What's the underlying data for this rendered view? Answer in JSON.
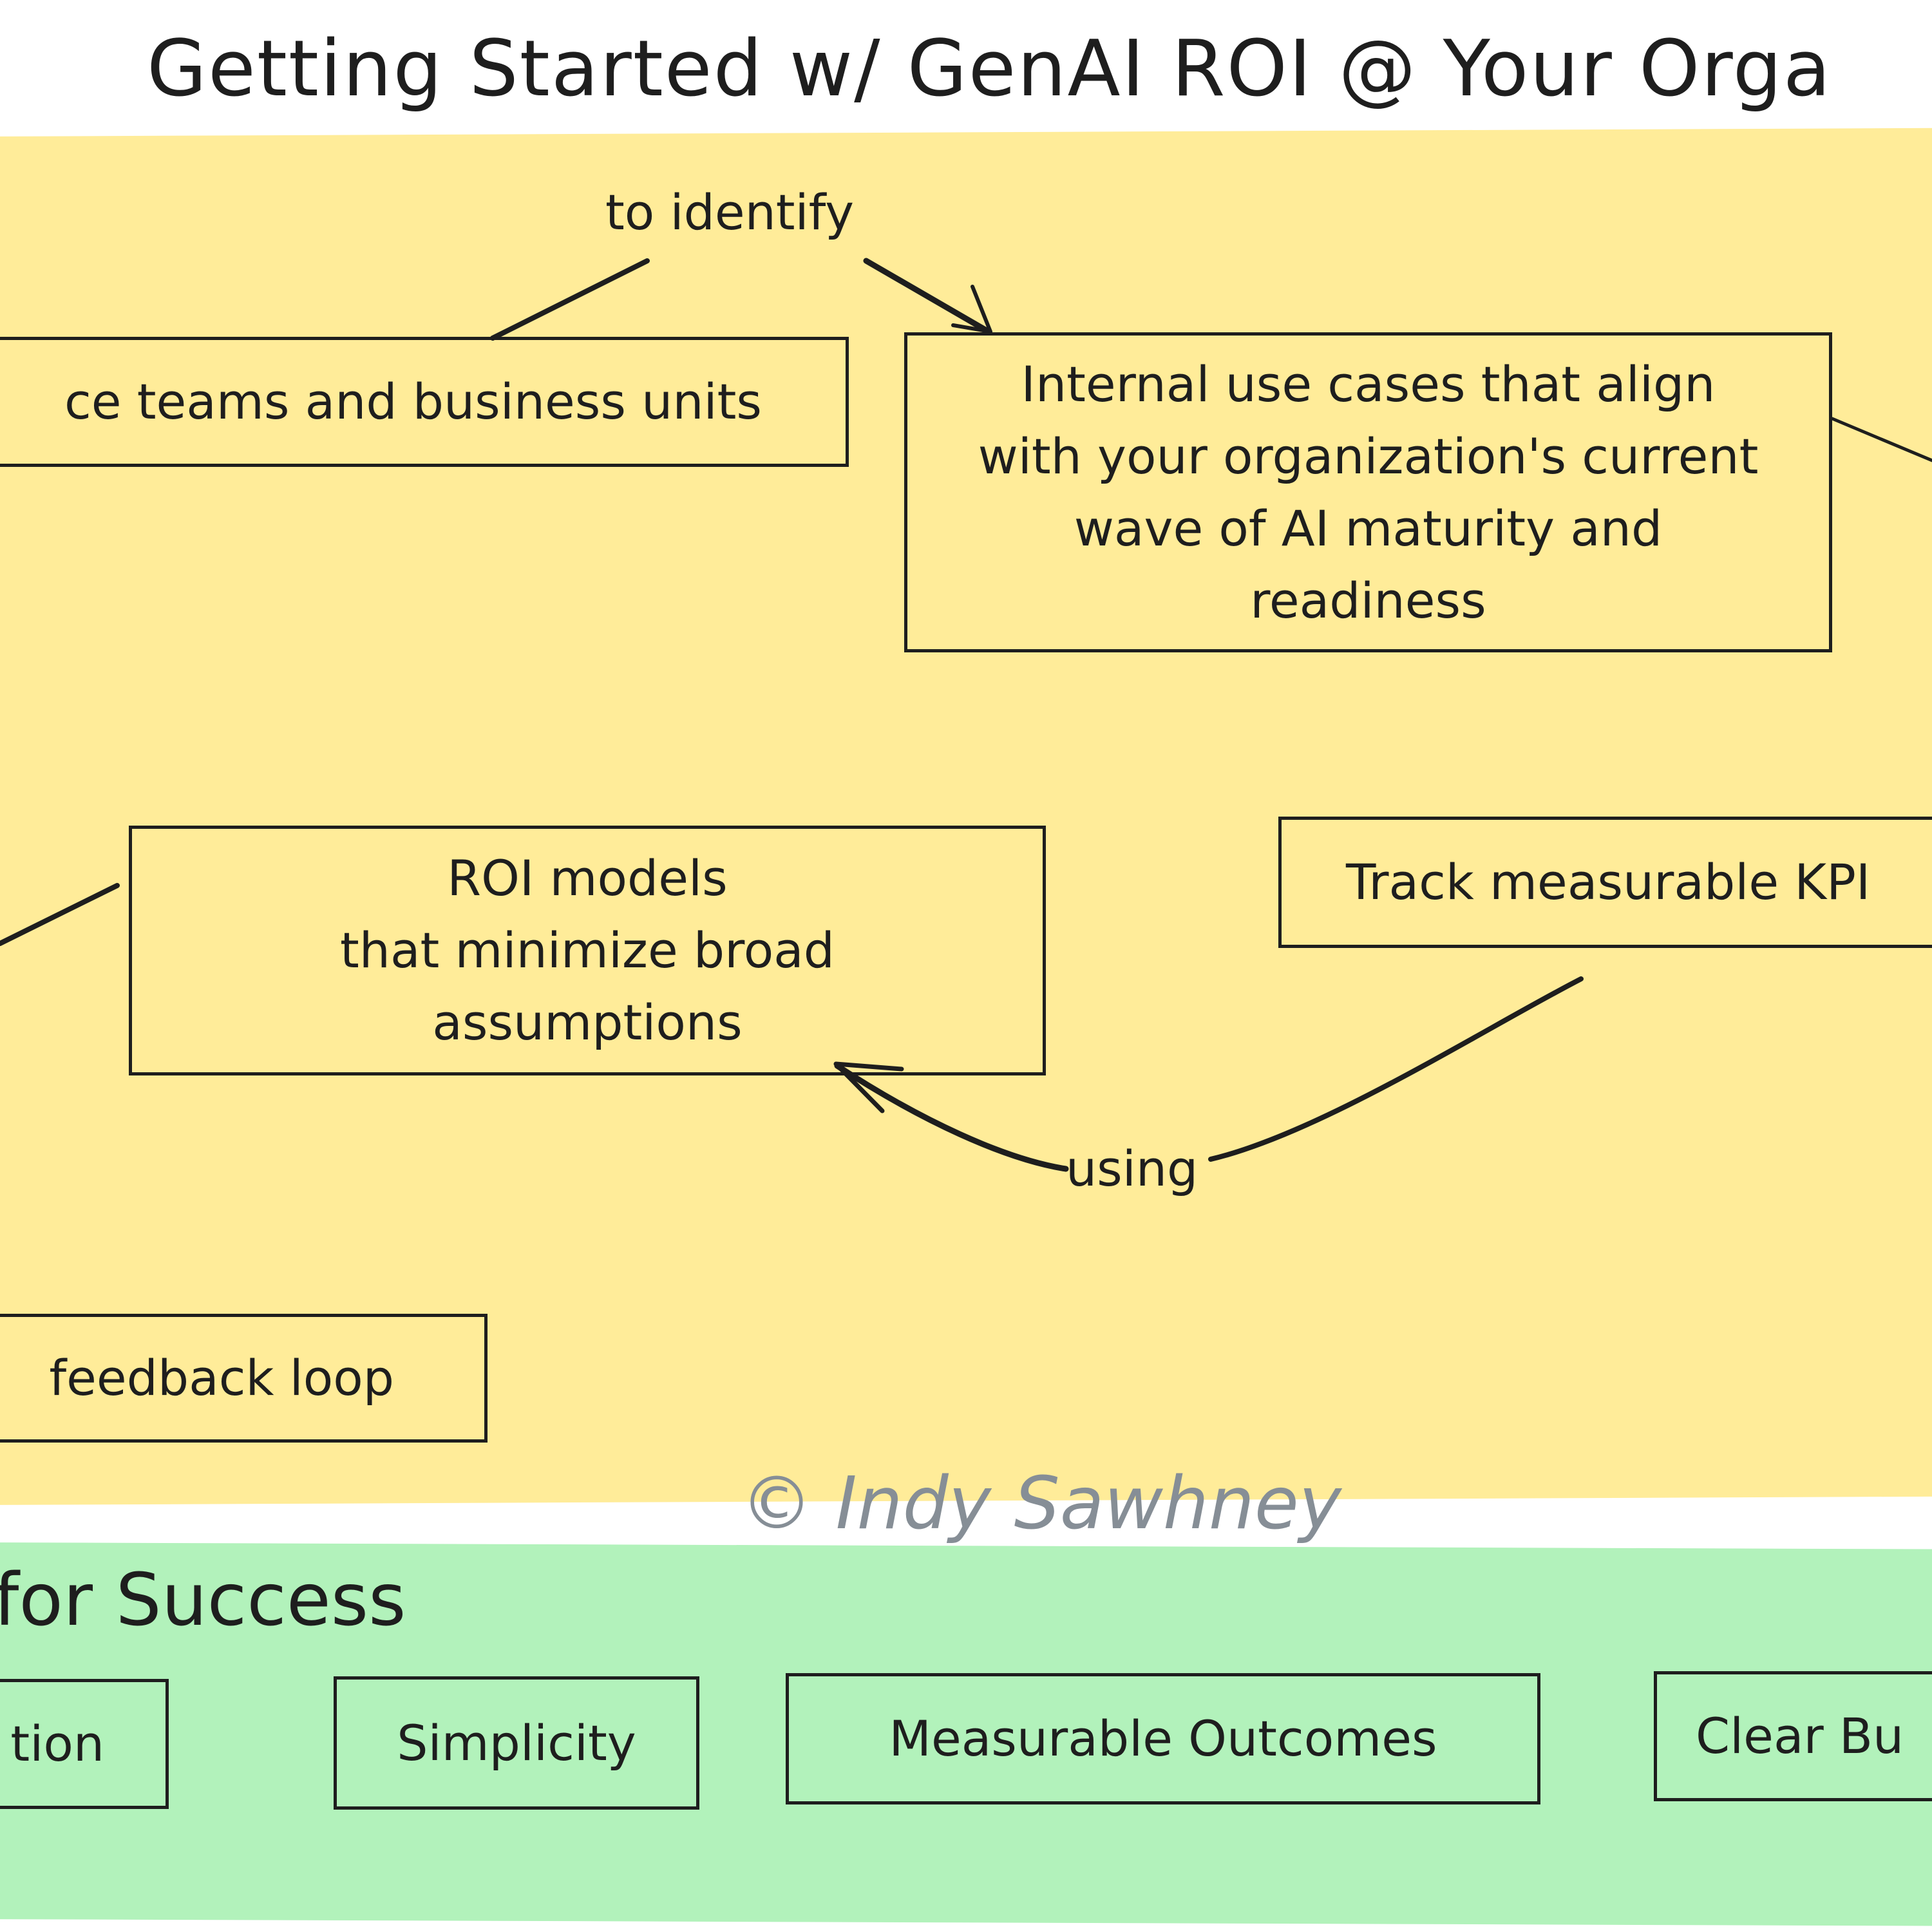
{
  "title": "Getting Started w/ GenAI ROI @ Your Orga",
  "sections": {
    "process": {
      "background_color": "#ffec99",
      "boxes": {
        "teams": "ce teams and business units",
        "use_cases": "Internal use cases that align\nwith your organization's current\nwave of AI maturity and\nreadiness",
        "roi_models": "ROI models\nthat minimize broad\nassumptions",
        "track_kpi": "Track measurable KPI",
        "feedback": "feedback loop"
      },
      "connectors": {
        "to_identify": "to identify",
        "using": "using"
      }
    },
    "success": {
      "background_color": "#b2f2bb",
      "heading": "for Success",
      "items": [
        "tion",
        "Simplicity",
        "Measurable Outcomes",
        "Clear Bu"
      ]
    }
  },
  "watermark": "© Indy Sawhney",
  "colors": {
    "stroke": "#1e1e1e",
    "watermark": "#868e96"
  }
}
